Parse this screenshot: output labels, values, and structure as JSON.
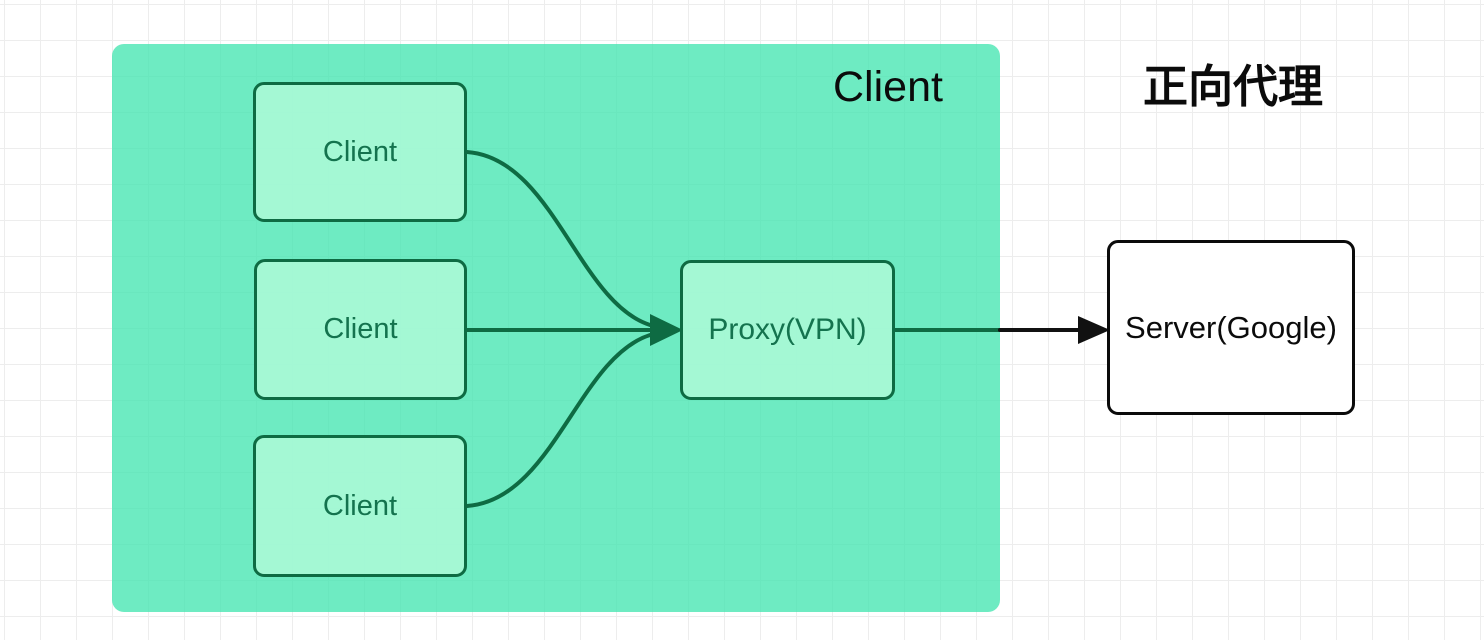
{
  "diagram": {
    "title": "正向代理",
    "group": {
      "label": "Client"
    },
    "nodes": {
      "clients": [
        {
          "label": "Client"
        },
        {
          "label": "Client"
        },
        {
          "label": "Client"
        }
      ],
      "proxy": {
        "label": "Proxy(VPN)"
      },
      "server": {
        "label": "Server(Google)"
      }
    },
    "edges": [
      {
        "from": "client-1",
        "to": "proxy",
        "style": "curved",
        "color": "green"
      },
      {
        "from": "client-2",
        "to": "proxy",
        "style": "straight",
        "color": "green"
      },
      {
        "from": "client-3",
        "to": "proxy",
        "style": "curved",
        "color": "green"
      },
      {
        "from": "proxy",
        "to": "server",
        "style": "straight",
        "color": "green-then-black"
      }
    ],
    "colors": {
      "container_fill": "#6eeac1",
      "node_fill": "#a0f4d3",
      "node_border": "#0e6b43",
      "node_text": "#14734e",
      "edge_green": "#0e6b43",
      "edge_black": "#111111",
      "server_border": "#0b0b0b",
      "server_text": "#0b0b0b",
      "title_text": "#0b0b0b",
      "grid_line": "#ededed"
    }
  }
}
